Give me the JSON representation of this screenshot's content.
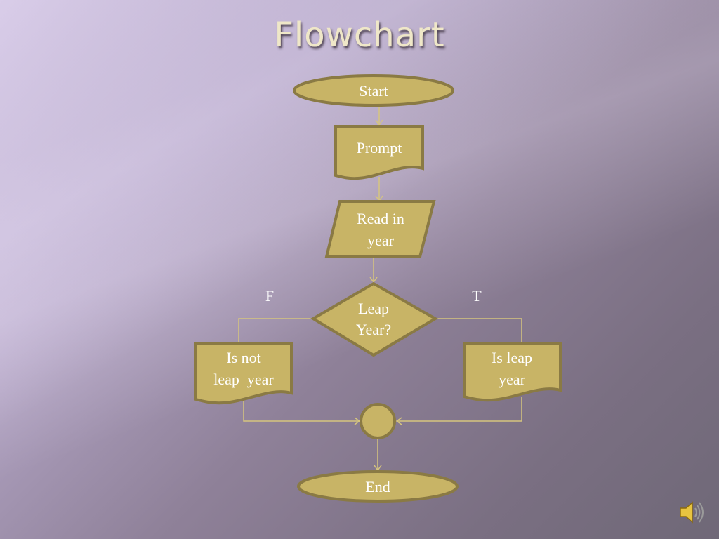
{
  "slide": {
    "title": "Flowchart"
  },
  "flowchart": {
    "start": "Start",
    "prompt": "Prompt",
    "read_in": [
      "Read in",
      "year"
    ],
    "decision": [
      "Leap",
      "Year?"
    ],
    "branch_false": "F",
    "branch_true": "T",
    "is_not_leap": [
      "Is not",
      "leap  year"
    ],
    "is_leap": [
      "Is leap",
      "year"
    ],
    "end": "End"
  },
  "colors": {
    "shape_fill": "#c8b466",
    "shape_border": "#8a7a44",
    "connector": "#d6c57e",
    "title_text": "#efe7c8"
  },
  "icons": {
    "audio": "speaker-icon"
  }
}
